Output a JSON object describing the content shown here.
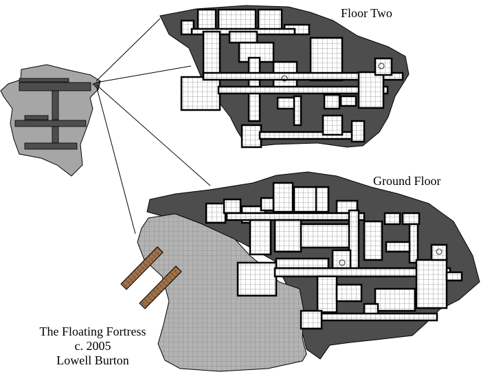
{
  "map": {
    "floors": [
      {
        "name": "Floor Two"
      },
      {
        "name": "Ground Floor"
      }
    ],
    "credit": {
      "title": "The Floating Fortress",
      "date": "c. 2005",
      "author": "Lowell Burton"
    },
    "colors": {
      "background": "#ffffff",
      "island_rock": "#a6a6a6",
      "cavern_dark": "#4d4d4d",
      "lower_ground": "#b3b3b3",
      "floor_tiles": "#ffffff",
      "grid_lines": "#8c8c8c",
      "walls": "#000000",
      "bridge": "#a0724a"
    }
  }
}
